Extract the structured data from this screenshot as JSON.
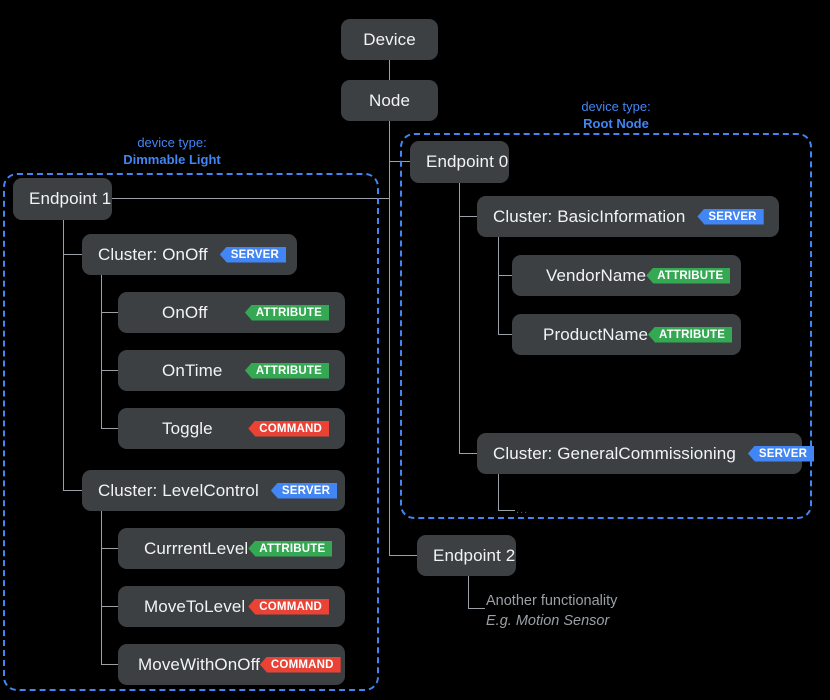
{
  "diagram": {
    "title_nodes": {
      "device": "Device",
      "node": "Node"
    },
    "device_types": {
      "dimmable_light": {
        "line1": "device type:",
        "line2": "Dimmable Light"
      },
      "root_node": {
        "line1": "device type:",
        "line2": "Root Node"
      }
    },
    "endpoints": {
      "endpoint0": "Endpoint 0",
      "endpoint1": "Endpoint 1",
      "endpoint2": "Endpoint 2"
    },
    "clusters": {
      "onoff": {
        "label": "Cluster: OnOff",
        "badge": "SERVER"
      },
      "levelcontrol": {
        "label": "Cluster: LevelControl",
        "badge": "SERVER"
      },
      "basicinformation": {
        "label": "Cluster: BasicInformation",
        "badge": "SERVER"
      },
      "generalcommissioning": {
        "label": "Cluster: GeneralCommissioning",
        "badge": "SERVER"
      }
    },
    "members": {
      "onoff_attr": {
        "label": "OnOff",
        "badge": "ATTRIBUTE"
      },
      "ontime_attr": {
        "label": "OnTime",
        "badge": "ATTRIBUTE"
      },
      "toggle_cmd": {
        "label": "Toggle",
        "badge": "COMMAND"
      },
      "currentlevel_attr": {
        "label": "CurrrentLevel",
        "badge": "ATTRIBUTE"
      },
      "movetolevel_cmd": {
        "label": "MoveToLevel",
        "badge": "COMMAND"
      },
      "movewithonoff_cmd": {
        "label": "MoveWithOnOff",
        "badge": "COMMAND"
      },
      "vendorname_attr": {
        "label": "VendorName",
        "badge": "ATTRIBUTE"
      },
      "productname_attr": {
        "label": "ProductName",
        "badge": "ATTRIBUTE"
      }
    },
    "annotations": {
      "endpoint2_note_line1": "Another functionality",
      "endpoint2_note_line2": "E.g. Motion Sensor",
      "more_ellipsis": "..."
    },
    "colors": {
      "background": "#000000",
      "box": "#3c4043",
      "text": "#f1f3f4",
      "connector": "#9aa0a6",
      "accent_blue": "#4285f4",
      "badge_server": "#4285f4",
      "badge_attribute": "#34a853",
      "badge_command": "#ea4335",
      "annotation_grey": "#9aa0a6"
    }
  }
}
